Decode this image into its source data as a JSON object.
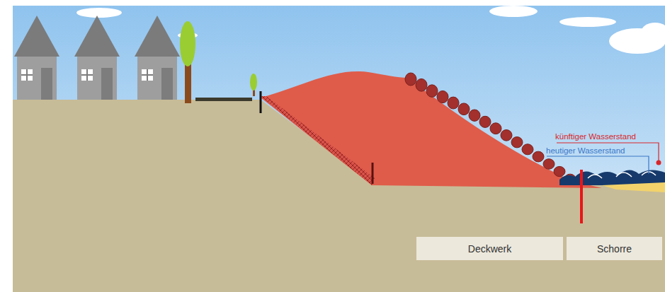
{
  "diagram": {
    "nodes": [
      {
        "text": [
          "Deckwerk"
        ]
      },
      {
        "text": [
          "Schorre"
        ]
      }
    ],
    "labels": [
      "künftiger Wasserstand",
      "heutiger Wasserstand"
    ]
  }
}
